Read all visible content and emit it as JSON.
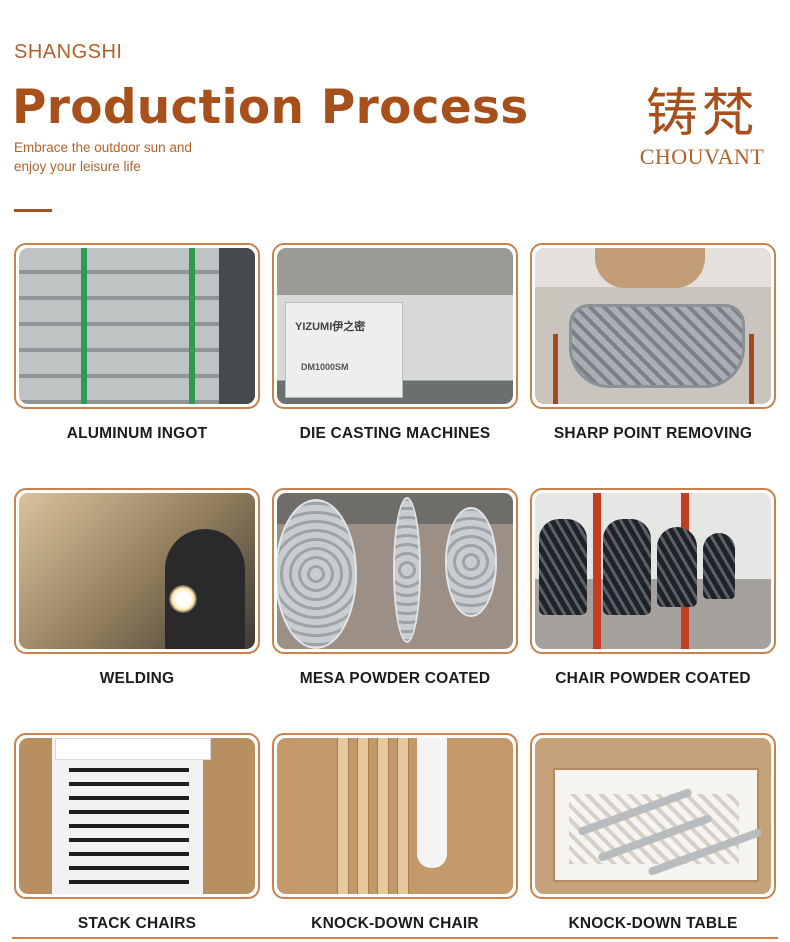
{
  "header": {
    "brand": "SHANGSHI",
    "title": "Production Process",
    "tagline_line1": "Embrace the outdoor sun and",
    "tagline_line2": "enjoy your leisure life"
  },
  "logo": {
    "cjk": "铸梵",
    "latin": "CHOUVANT"
  },
  "steps": [
    {
      "label": "ALUMINUM INGOT"
    },
    {
      "label": "DIE CASTING MACHINES"
    },
    {
      "label": "SHARP POINT REMOVING"
    },
    {
      "label": "WELDING"
    },
    {
      "label": "MESA POWDER COATED"
    },
    {
      "label": "CHAIR POWDER COATED"
    },
    {
      "label": "STACK CHAIRS"
    },
    {
      "label": "KNOCK-DOWN CHAIR"
    },
    {
      "label": "KNOCK-DOWN TABLE"
    }
  ],
  "photo_text": {
    "machine_brand": "YIZUMI伊之密",
    "machine_model": "DM1000SM"
  },
  "colors": {
    "accent": "#a8501c",
    "frame": "#c9824e"
  }
}
